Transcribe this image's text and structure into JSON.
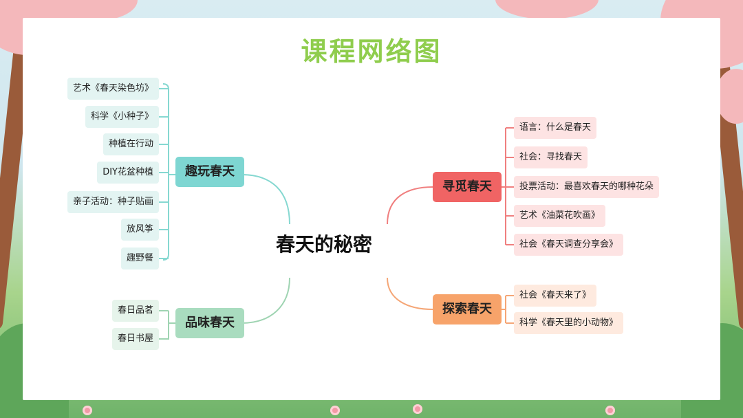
{
  "title": "课程网络图",
  "center": "春天的秘密",
  "colors": {
    "title": "#8fcd4d",
    "teal_line": "#86d8d1",
    "green_line": "#9fd4b2",
    "red_line": "#f07f7f",
    "orange_line": "#f5a676"
  },
  "branches": {
    "play": {
      "label": "趣玩春天",
      "leaves": [
        "艺术《春天染色坊》",
        "科学《小种子》",
        "种植在行动",
        "DIY花盆种植",
        "亲子活动：种子贴画",
        "放风筝",
        "趣野餐"
      ]
    },
    "taste": {
      "label": "品味春天",
      "leaves": [
        "春日品茗",
        "春日书屋"
      ]
    },
    "seek": {
      "label": "寻觅春天",
      "leaves": [
        "语言：什么是春天",
        "社会：寻找春天",
        "投票活动：最喜欢春天的哪种花朵",
        "艺术《油菜花吹画》",
        "社会《春天调查分享会》"
      ]
    },
    "explore": {
      "label": "探索春天",
      "leaves": [
        "社会《春天来了》",
        "科学《春天里的小动物》"
      ]
    }
  }
}
